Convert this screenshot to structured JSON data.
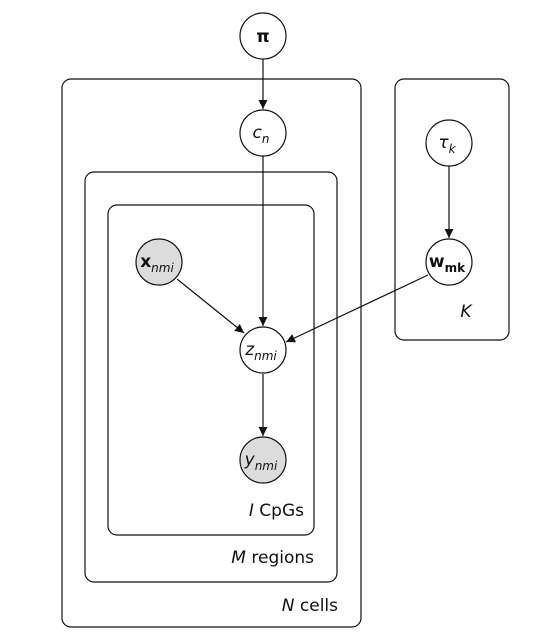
{
  "colors": {
    "stroke": "#111111",
    "observed_fill": "#dcdcdc",
    "latent_fill": "#ffffff",
    "background": "#ffffff"
  },
  "nodes": {
    "pi": {
      "symbol": "π",
      "observed": false
    },
    "c": {
      "base": "c",
      "sub": "n",
      "observed": false
    },
    "tau": {
      "base": "τ",
      "sub": "k",
      "observed": false
    },
    "w": {
      "base": "w",
      "sub": "mk",
      "observed": false
    },
    "x": {
      "base": "x",
      "sub": "nmi",
      "observed": true
    },
    "z": {
      "base": "z",
      "sub": "nmi",
      "observed": false
    },
    "y": {
      "base": "y",
      "sub": "nmi",
      "observed": true
    }
  },
  "edges": [
    {
      "from": "pi",
      "to": "c"
    },
    {
      "from": "c",
      "to": "z"
    },
    {
      "from": "tau",
      "to": "w"
    },
    {
      "from": "w",
      "to": "z"
    },
    {
      "from": "x",
      "to": "z"
    },
    {
      "from": "z",
      "to": "y"
    }
  ],
  "plates": {
    "cells": {
      "var": "N",
      "text": " cells"
    },
    "regions": {
      "var": "M",
      "text": " regions"
    },
    "cpgs": {
      "var": "I",
      "text": " CpGs"
    },
    "k": {
      "var": "K",
      "text": ""
    }
  }
}
